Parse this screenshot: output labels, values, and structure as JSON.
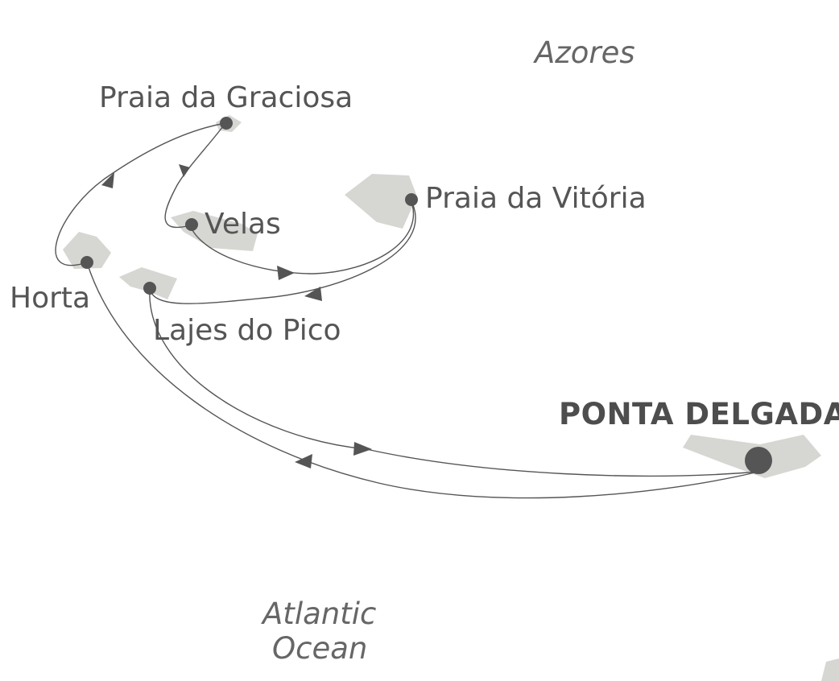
{
  "map": {
    "region_label": "Azores",
    "ocean_label_line1": "Atlantic",
    "ocean_label_line2": "Ocean",
    "colors": {
      "land": "#d6d6d3",
      "route": "#555555",
      "port": "#555555",
      "background": "#ffffff"
    },
    "ports": {
      "graciosa": "Praia da Graciosa",
      "velas": "Velas",
      "vitoria": "Praia da Vitória",
      "horta": "Horta",
      "lajes": "Lajes do Pico",
      "ponta_delgada": "PONTA DELGADA"
    },
    "itinerary_order": [
      "PONTA DELGADA",
      "Horta",
      "Praia da Graciosa",
      "Velas",
      "Praia da Vitória",
      "Lajes do Pico",
      "PONTA DELGADA"
    ]
  }
}
